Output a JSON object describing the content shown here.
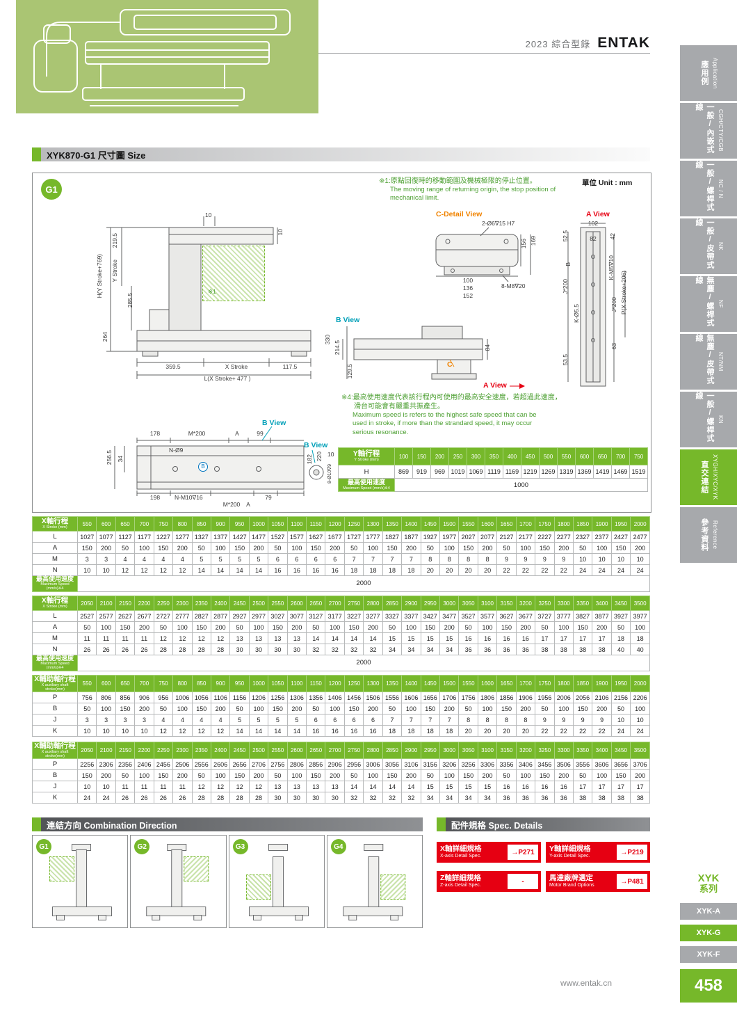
{
  "header": {
    "catalog": "2023 綜合型錄",
    "brand": "ENTAK"
  },
  "sidebar": {
    "items": [
      {
        "zh": "應用例",
        "en": "Application"
      },
      {
        "zh": "一般/內嵌式線",
        "en": "CGH/CTY/CGB"
      },
      {
        "zh": "一般/螺桿式線",
        "en": "NC / N"
      },
      {
        "zh": "一般/皮帶式線",
        "en": "NK"
      },
      {
        "zh": "無塵/螺桿式線",
        "en": "NF"
      },
      {
        "zh": "無塵/皮帶式線",
        "en": "NT/NM"
      },
      {
        "zh": "一般/螺桿式線",
        "en": "KN"
      },
      {
        "zh": "直交連結",
        "en": "XYGH/XYC/XYK"
      },
      {
        "zh": "參考資料",
        "en": "Reference"
      }
    ]
  },
  "sections": {
    "size_title": "XYK870-G1 尺寸圖 Size",
    "combo_title": "連結方向 Combination Direction",
    "spec_title": "配件規格 Spec. Details"
  },
  "diagram": {
    "badge": "G1",
    "unit": "單位 Unit : mm",
    "note1_zh": "※1:原點回復時的移動範圍及機械極限的停止位置。",
    "note1_en1": "The moving range of returning origin, the stop position of",
    "note1_en2": "mechanical limit.",
    "note4_zh1": "※4:最高使用速度代表該行程內可使用的最高安全速度，若超過此速度，",
    "note4_zh2": "滑台可能會有嚴重共振產生。",
    "note4_en1": "Maximum speed is refers to the highest safe speed that can be",
    "note4_en2": "used in stroke, if more than the strandard speed, it may occur",
    "note4_en3": "serious resonance.",
    "labels": {
      "f10a": "10",
      "f10b": "10",
      "ref1": "※1",
      "fh": "H(Y Stroke+769)",
      "d2195": "219.5",
      "fystroke": "Y Stroke",
      "d2855": "285.5",
      "d264": "264",
      "d3595": "359.5",
      "fxstroke": "X Stroke",
      "d1175": "117.5",
      "fl": "L(X Stroke+ 477 )",
      "d2565": "256.5",
      "d34": "34",
      "bview1": "B View",
      "d178": "178",
      "m200a": "M*200",
      "a1": "A",
      "d99": "99",
      "n9": "N-Ø9",
      "bmark": "B",
      "d182": "182",
      "d220": "220",
      "d198": "198",
      "nm10": "N-M10∇16",
      "m200b": "M*200",
      "a2": "A",
      "d79": "79",
      "bview2": "B View",
      "d10": "10",
      "bolt": "8-Ø10∇9",
      "bview_title": "B View",
      "d330": "330",
      "d2145": "214.5",
      "d1295": "129.5",
      "d84": "84",
      "cmark": "C",
      "aview2": "A View",
      "cdetail_title": "C-Detail View",
      "cdetail_hole": "2-Ø6∇15 H7",
      "d156": "156",
      "d169": "169",
      "d100": "100",
      "d136": "136",
      "d152": "152",
      "m8": "8-M8∇20",
      "aview_title": "A View",
      "d102": "102",
      "d82": "82",
      "d42": "42",
      "d525": "52.5",
      "b1": "B",
      "j200a": "J*200",
      "k55": "K-Ø5.5",
      "km5": "K-M5∇10",
      "j200b": "J*200",
      "pstroke": "P(X Stroke+206)",
      "d63": "63",
      "d535": "53.5"
    }
  },
  "y_table": {
    "title_zh": "Y軸行程",
    "title_en": "Y Stroke (mm)",
    "columns": [
      100,
      150,
      200,
      250,
      300,
      350,
      400,
      450,
      500,
      550,
      600,
      650,
      700,
      750
    ],
    "rows": [
      {
        "label": "H",
        "values": [
          869,
          919,
          969,
          1019,
          1069,
          1119,
          1169,
          1219,
          1269,
          1319,
          1369,
          1419,
          1469,
          1519
        ]
      }
    ],
    "speed_zh": "最高使用速度",
    "speed_en": "Maximum Speed (mm/s)※4",
    "speed_value": 1000
  },
  "x_tables": [
    {
      "title_zh": "X軸行程",
      "title_en": "X Stroke (mm)",
      "columns": [
        550,
        600,
        650,
        700,
        750,
        800,
        850,
        900,
        950,
        1000,
        1050,
        1100,
        1150,
        1200,
        1250,
        1300,
        1350,
        1400,
        1450,
        1500,
        1550,
        1600,
        1650,
        1700,
        1750,
        1800,
        1850,
        1900,
        1950,
        2000
      ],
      "rows": [
        {
          "label": "L",
          "values": [
            1027,
            1077,
            1127,
            1177,
            1227,
            1277,
            1327,
            1377,
            1427,
            1477,
            1527,
            1577,
            1627,
            1677,
            1727,
            1777,
            1827,
            1877,
            1927,
            1977,
            2027,
            2077,
            2127,
            2177,
            2227,
            2277,
            2327,
            2377,
            2427,
            2477
          ]
        },
        {
          "label": "A",
          "values": [
            150,
            200,
            50,
            100,
            150,
            200,
            50,
            100,
            150,
            200,
            50,
            100,
            150,
            200,
            50,
            100,
            150,
            200,
            50,
            100,
            150,
            200,
            50,
            100,
            150,
            200,
            50,
            100,
            150,
            200
          ]
        },
        {
          "label": "M",
          "values": [
            3,
            3,
            4,
            4,
            4,
            4,
            5,
            5,
            5,
            5,
            6,
            6,
            6,
            6,
            7,
            7,
            7,
            7,
            8,
            8,
            8,
            8,
            9,
            9,
            9,
            9,
            10,
            10,
            10,
            10
          ]
        },
        {
          "label": "N",
          "values": [
            10,
            10,
            12,
            12,
            12,
            12,
            14,
            14,
            14,
            14,
            16,
            16,
            16,
            16,
            18,
            18,
            18,
            18,
            20,
            20,
            20,
            20,
            22,
            22,
            22,
            22,
            24,
            24,
            24,
            24
          ]
        }
      ],
      "speed_zh": "最高使用速度",
      "speed_en": "Maximum Speed (mm/s)※4",
      "speed_value": 2000
    },
    {
      "title_zh": "X軸行程",
      "title_en": "X Stroke (mm)",
      "columns": [
        2050,
        2100,
        2150,
        2200,
        2250,
        2300,
        2350,
        2400,
        2450,
        2500,
        2550,
        2600,
        2650,
        2700,
        2750,
        2800,
        2850,
        2900,
        2950,
        3000,
        3050,
        3100,
        3150,
        3200,
        3250,
        3300,
        3350,
        3400,
        3450,
        3500
      ],
      "rows": [
        {
          "label": "L",
          "values": [
            2527,
            2577,
            2627,
            2677,
            2727,
            2777,
            2827,
            2877,
            2927,
            2977,
            3027,
            3077,
            3127,
            3177,
            3227,
            3277,
            3327,
            3377,
            3427,
            3477,
            3527,
            3577,
            3627,
            3677,
            3727,
            3777,
            3827,
            3877,
            3927,
            3977
          ]
        },
        {
          "label": "A",
          "values": [
            50,
            100,
            150,
            200,
            50,
            100,
            150,
            200,
            50,
            100,
            150,
            200,
            50,
            100,
            150,
            200,
            50,
            100,
            150,
            200,
            50,
            100,
            150,
            200,
            50,
            100,
            150,
            200,
            50,
            100
          ]
        },
        {
          "label": "M",
          "values": [
            11,
            11,
            11,
            11,
            12,
            12,
            12,
            12,
            13,
            13,
            13,
            13,
            14,
            14,
            14,
            14,
            15,
            15,
            15,
            15,
            16,
            16,
            16,
            16,
            17,
            17,
            17,
            17,
            18,
            18
          ]
        },
        {
          "label": "N",
          "values": [
            26,
            26,
            26,
            26,
            28,
            28,
            28,
            28,
            30,
            30,
            30,
            30,
            32,
            32,
            32,
            32,
            34,
            34,
            34,
            34,
            36,
            36,
            36,
            36,
            38,
            38,
            38,
            38,
            40,
            40
          ]
        }
      ],
      "speed_zh": "最高使用速度",
      "speed_en": "Maximum Speed (mm/s)※4",
      "speed_value": 2000
    },
    {
      "title_zh": "X輔助軸行程",
      "title_en": "X auxiliary shaft stroke(mm)",
      "columns": [
        550,
        600,
        650,
        700,
        750,
        800,
        850,
        900,
        950,
        1000,
        1050,
        1100,
        1150,
        1200,
        1250,
        1300,
        1350,
        1400,
        1450,
        1500,
        1550,
        1600,
        1650,
        1700,
        1750,
        1800,
        1850,
        1900,
        1950,
        2000
      ],
      "rows": [
        {
          "label": "P",
          "values": [
            756,
            806,
            856,
            906,
            956,
            1006,
            1056,
            1106,
            1156,
            1206,
            1256,
            1306,
            1356,
            1406,
            1456,
            1506,
            1556,
            1606,
            1656,
            1706,
            1756,
            1806,
            1856,
            1906,
            1956,
            2006,
            2056,
            2106,
            2156,
            2206
          ]
        },
        {
          "label": "B",
          "values": [
            50,
            100,
            150,
            200,
            50,
            100,
            150,
            200,
            50,
            100,
            150,
            200,
            50,
            100,
            150,
            200,
            50,
            100,
            150,
            200,
            50,
            100,
            150,
            200,
            50,
            100,
            150,
            200,
            50,
            100
          ]
        },
        {
          "label": "J",
          "values": [
            3,
            3,
            3,
            3,
            4,
            4,
            4,
            4,
            5,
            5,
            5,
            5,
            6,
            6,
            6,
            6,
            7,
            7,
            7,
            7,
            8,
            8,
            8,
            8,
            9,
            9,
            9,
            9,
            10,
            10
          ]
        },
        {
          "label": "K",
          "values": [
            10,
            10,
            10,
            10,
            12,
            12,
            12,
            12,
            14,
            14,
            14,
            14,
            16,
            16,
            16,
            16,
            18,
            18,
            18,
            18,
            20,
            20,
            20,
            20,
            22,
            22,
            22,
            22,
            24,
            24
          ]
        }
      ]
    },
    {
      "title_zh": "X輔助軸行程",
      "title_en": "X auxiliary shaft stroke(mm)",
      "columns": [
        2050,
        2100,
        2150,
        2200,
        2250,
        2300,
        2350,
        2400,
        2450,
        2500,
        2550,
        2600,
        2650,
        2700,
        2750,
        2800,
        2850,
        2900,
        2950,
        3000,
        3050,
        3100,
        3150,
        3200,
        3250,
        3300,
        3350,
        3400,
        3450,
        3500
      ],
      "rows": [
        {
          "label": "P",
          "values": [
            2256,
            2306,
            2356,
            2406,
            2456,
            2506,
            2556,
            2606,
            2656,
            2706,
            2756,
            2806,
            2856,
            2906,
            2956,
            3006,
            3056,
            3106,
            3156,
            3206,
            3256,
            3306,
            3356,
            3406,
            3456,
            3506,
            3556,
            3606,
            3656,
            3706
          ]
        },
        {
          "label": "B",
          "values": [
            150,
            200,
            50,
            100,
            150,
            200,
            50,
            100,
            150,
            200,
            50,
            100,
            150,
            200,
            50,
            100,
            150,
            200,
            50,
            100,
            150,
            200,
            50,
            100,
            150,
            200,
            50,
            100,
            150,
            200
          ]
        },
        {
          "label": "J",
          "values": [
            10,
            10,
            11,
            11,
            11,
            11,
            12,
            12,
            12,
            12,
            13,
            13,
            13,
            13,
            14,
            14,
            14,
            14,
            15,
            15,
            15,
            15,
            16,
            16,
            16,
            16,
            17,
            17,
            17,
            17
          ]
        },
        {
          "label": "K",
          "values": [
            24,
            24,
            26,
            26,
            26,
            26,
            28,
            28,
            28,
            28,
            30,
            30,
            30,
            30,
            32,
            32,
            32,
            32,
            34,
            34,
            34,
            34,
            36,
            36,
            36,
            36,
            38,
            38,
            38,
            38
          ]
        }
      ]
    }
  ],
  "combo": {
    "badges": [
      "G1",
      "G2",
      "G3",
      "G4"
    ]
  },
  "spec": {
    "items": [
      {
        "zh": "X軸詳細規格",
        "en": "X-axis Detail Spec.",
        "val": "→P271"
      },
      {
        "zh": "Y軸詳細規格",
        "en": "Y-axis Detail Spec.",
        "val": "→P219"
      },
      {
        "zh": "Z軸詳細規格",
        "en": "Z-axis Detail Spec.",
        "val": "-"
      },
      {
        "zh": "馬達廠牌選定",
        "en": "Motor Brand Options",
        "val": "→P481"
      }
    ]
  },
  "series": {
    "line1": "XYK",
    "line2": "系列",
    "tabs": [
      "XYK-A",
      "XYK-G",
      "XYK-F"
    ],
    "active": "XYK-G"
  },
  "footer": {
    "url": "www.entak.cn",
    "page": "458"
  },
  "colors": {
    "accent": "#76b82a",
    "red": "#e60012",
    "teal": "#00a0b8",
    "orange": "#f08300",
    "tab_gray": "#a7a9ac"
  }
}
